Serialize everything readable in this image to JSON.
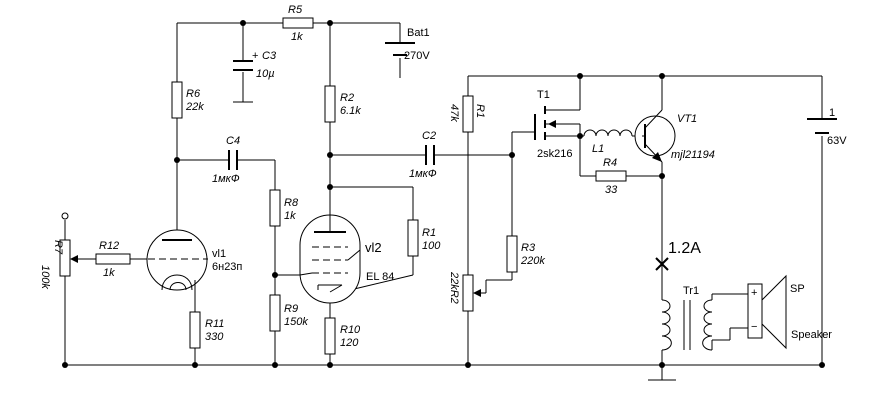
{
  "components": {
    "r5": {
      "name": "R5",
      "value": "1k"
    },
    "c3": {
      "name": "C3",
      "value": "10µ",
      "plus": "+"
    },
    "bat1": {
      "name": "Bat1",
      "value": "270V"
    },
    "r6": {
      "name": "R6",
      "value": "22k"
    },
    "r2": {
      "name": "R2",
      "value": "6.1k"
    },
    "c4": {
      "name": "C4",
      "value": "1мкФ"
    },
    "c2": {
      "name": "C2",
      "value": "1мкФ"
    },
    "r8": {
      "name": "R8",
      "value": "1k"
    },
    "r1_tube": {
      "name": "R1",
      "value": "100"
    },
    "vl2": {
      "name": "vl2",
      "type": "EL 84"
    },
    "vl1": {
      "name": "vl1",
      "type": "6н23п"
    },
    "r12": {
      "name": "R12",
      "value": "1k"
    },
    "r7": {
      "name": "R7",
      "value": "100k"
    },
    "r9": {
      "name": "R9",
      "value": "150k"
    },
    "r10": {
      "name": "R10",
      "value": "120"
    },
    "r11": {
      "name": "R11",
      "value": "330"
    },
    "r1_bias": {
      "name": "R1",
      "value": "47k"
    },
    "r2_bias": {
      "name": "22kR2"
    },
    "r3": {
      "name": "R3",
      "value": "220k"
    },
    "t1": {
      "name": "T1",
      "type": "2sk216"
    },
    "l1": {
      "name": "L1"
    },
    "vt1": {
      "name": "VT1",
      "type": "mjl21194"
    },
    "r4": {
      "name": "R4",
      "value": "33"
    },
    "bat2": {
      "name": "1",
      "value": "63V"
    },
    "current": {
      "label": "1.2A"
    },
    "tr1": {
      "name": "Tr1"
    },
    "speaker": {
      "name": "SP",
      "label": "Speaker",
      "plus": "+",
      "minus": "−"
    }
  }
}
